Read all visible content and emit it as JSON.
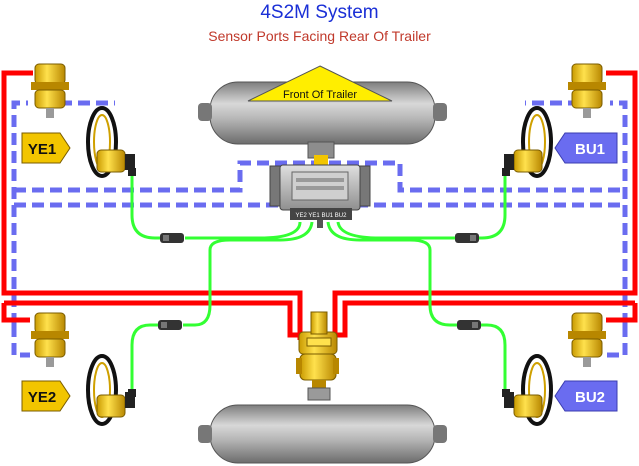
{
  "header": {
    "title": "4S2M System",
    "subtitle": "Sensor Ports Facing Rear Of Trailer"
  },
  "labels": {
    "front_of_trailer": "Front Of Trailer",
    "ye1": "YE1",
    "ye2": "YE2",
    "bu1": "BU1",
    "bu2": "BU2",
    "ecu_ports": "YE2 YE1 BU1 BU2"
  },
  "colors": {
    "title": "#1a2fd6",
    "subtitle": "#c0392b",
    "supply_line": "#ff0000",
    "delivery_line": "#6a6cf0",
    "sensor_cable": "#33ff33",
    "yellow_parts": "#f2c500",
    "tank": "#9a9a9a",
    "blue_tag": "#6a6cf0",
    "yellow_tag": "#f2c500"
  },
  "icons": [
    "brake-chamber-icon",
    "wheel-sensor-icon",
    "cable-connector-icon",
    "air-tank-icon",
    "ecu-modulator-icon",
    "relay-valve-icon"
  ]
}
